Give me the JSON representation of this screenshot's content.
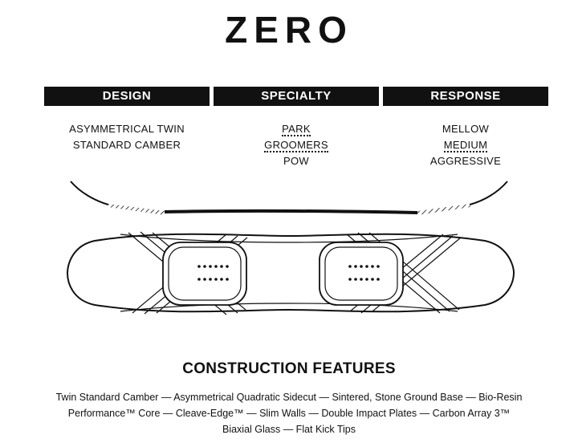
{
  "title": "ZERO",
  "columns": [
    {
      "header": "DESIGN",
      "items": [
        {
          "label": "ASYMMETRICAL TWIN",
          "selected": false
        },
        {
          "label": "STANDARD CAMBER",
          "selected": false
        }
      ]
    },
    {
      "header": "SPECIALTY",
      "items": [
        {
          "label": "PARK",
          "selected": true
        },
        {
          "label": "GROOMERS",
          "selected": true
        },
        {
          "label": "POW",
          "selected": false
        }
      ]
    },
    {
      "header": "RESPONSE",
      "items": [
        {
          "label": "MELLOW",
          "selected": false
        },
        {
          "label": "MEDIUM",
          "selected": true
        },
        {
          "label": "AGGRESSIVE",
          "selected": false
        }
      ]
    }
  ],
  "construction": {
    "title": "CONSTRUCTION FEATURES",
    "lines": [
      "Twin Standard Camber — Asymmetrical Quadratic Sidecut — Sintered, Stone Ground Base — Bio-Resin",
      "Performance™ Core — Cleave-Edge™ — Slim Walls — Double Impact Plates — Carbon Array 3™",
      "Biaxial Glass — Flat Kick Tips"
    ]
  }
}
